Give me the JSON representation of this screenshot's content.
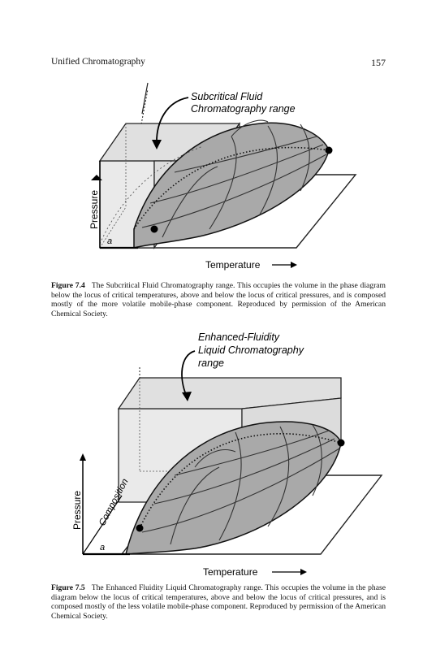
{
  "header": {
    "title": "Unified Chromatography",
    "page_number": "157"
  },
  "figure1": {
    "label_top_line1": "Subcritical Fluid",
    "label_top_line2": "Chromatography range",
    "axis_pressure": "Pressure",
    "axis_temperature": "Temperature",
    "point_label": "a",
    "caption_label": "Figure 7.4",
    "caption_text": "The Subcritical Fluid Chromatography range. This occupies the volume in the phase diagram below the locus of critical temperatures, above and below the locus of critical pressures, and is composed mostly of the more volatile mobile-phase component. Reproduced by permission of the American Chemical Society."
  },
  "figure2": {
    "label_top_line1": "Enhanced-Fluidity",
    "label_top_line2": "Liquid Chromatography",
    "label_top_line3": "range",
    "axis_pressure": "Pressure",
    "axis_temperature": "Temperature",
    "axis_composition": "Composition",
    "point_label": "a",
    "caption_label": "Figure 7.5",
    "caption_text": "The Enhanced Fluidity Liquid Chromatography range. This occupies the volume in the phase diagram below the locus of critical temperatures, above and below the locus of critical pressures, and is composed mostly of the less volatile mobile-phase component. Reproduced by permission of the American Chemical Society."
  }
}
